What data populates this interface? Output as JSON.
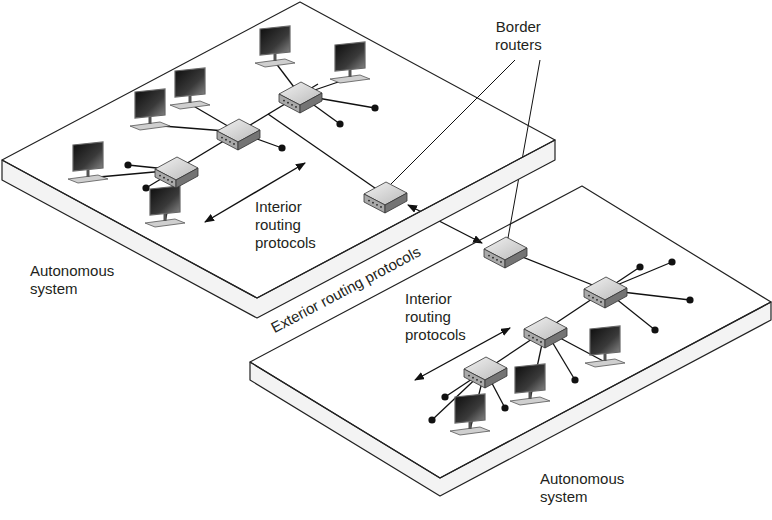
{
  "diagram": {
    "nodes": [
      {
        "text": [
          "Autonomous system"
        ]
      },
      {
        "text": [
          "Autonomous system"
        ]
      }
    ],
    "labels": [
      "Border routers",
      "Interior routing protocols",
      "Exterior routing protocols",
      "Interior routing protocols"
    ]
  }
}
